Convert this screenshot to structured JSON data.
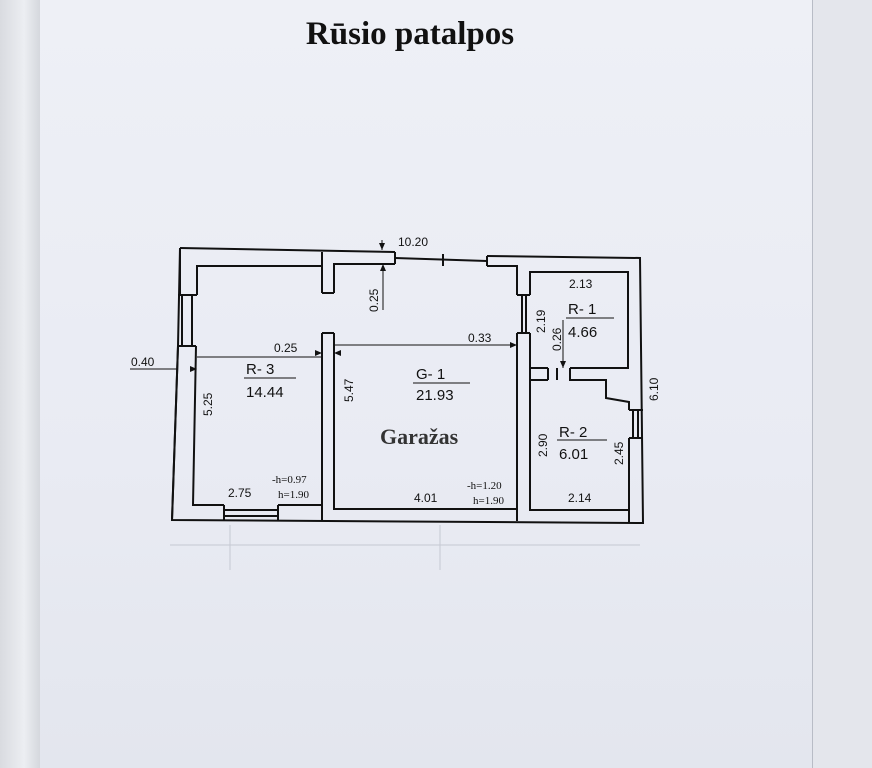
{
  "title": "Rūsio patalpos",
  "rooms": {
    "r3": {
      "code": "R- 3",
      "area": "14.44"
    },
    "g1": {
      "code": "G- 1",
      "area": "21.93",
      "name": "Garažas"
    },
    "r1": {
      "code": "R- 1",
      "area": "4.66"
    },
    "r2": {
      "code": "R- 2",
      "area": "6.01"
    }
  },
  "dimensions": {
    "overall_width": "10.20",
    "overall_depth": "6.10",
    "left_offset": "0.40",
    "r3_height": "5.25",
    "r3_width": "2.75",
    "r3_opening": "0.25",
    "g1_height": "5.47",
    "g1_top_offset": "0.25",
    "g1_width": "4.01",
    "g1_wall": "0.33",
    "r1_width": "2.13",
    "r1_height": "2.19",
    "r1_gap": "0.26",
    "r2_height": "2.90",
    "r2_right_height": "2.45",
    "r2_width": "2.14"
  },
  "heights": {
    "r3_floor": "-h=0.97",
    "r3_ceiling": "h=1.90",
    "g1_floor": "-h=1.20",
    "g1_ceiling": "h=1.90"
  }
}
